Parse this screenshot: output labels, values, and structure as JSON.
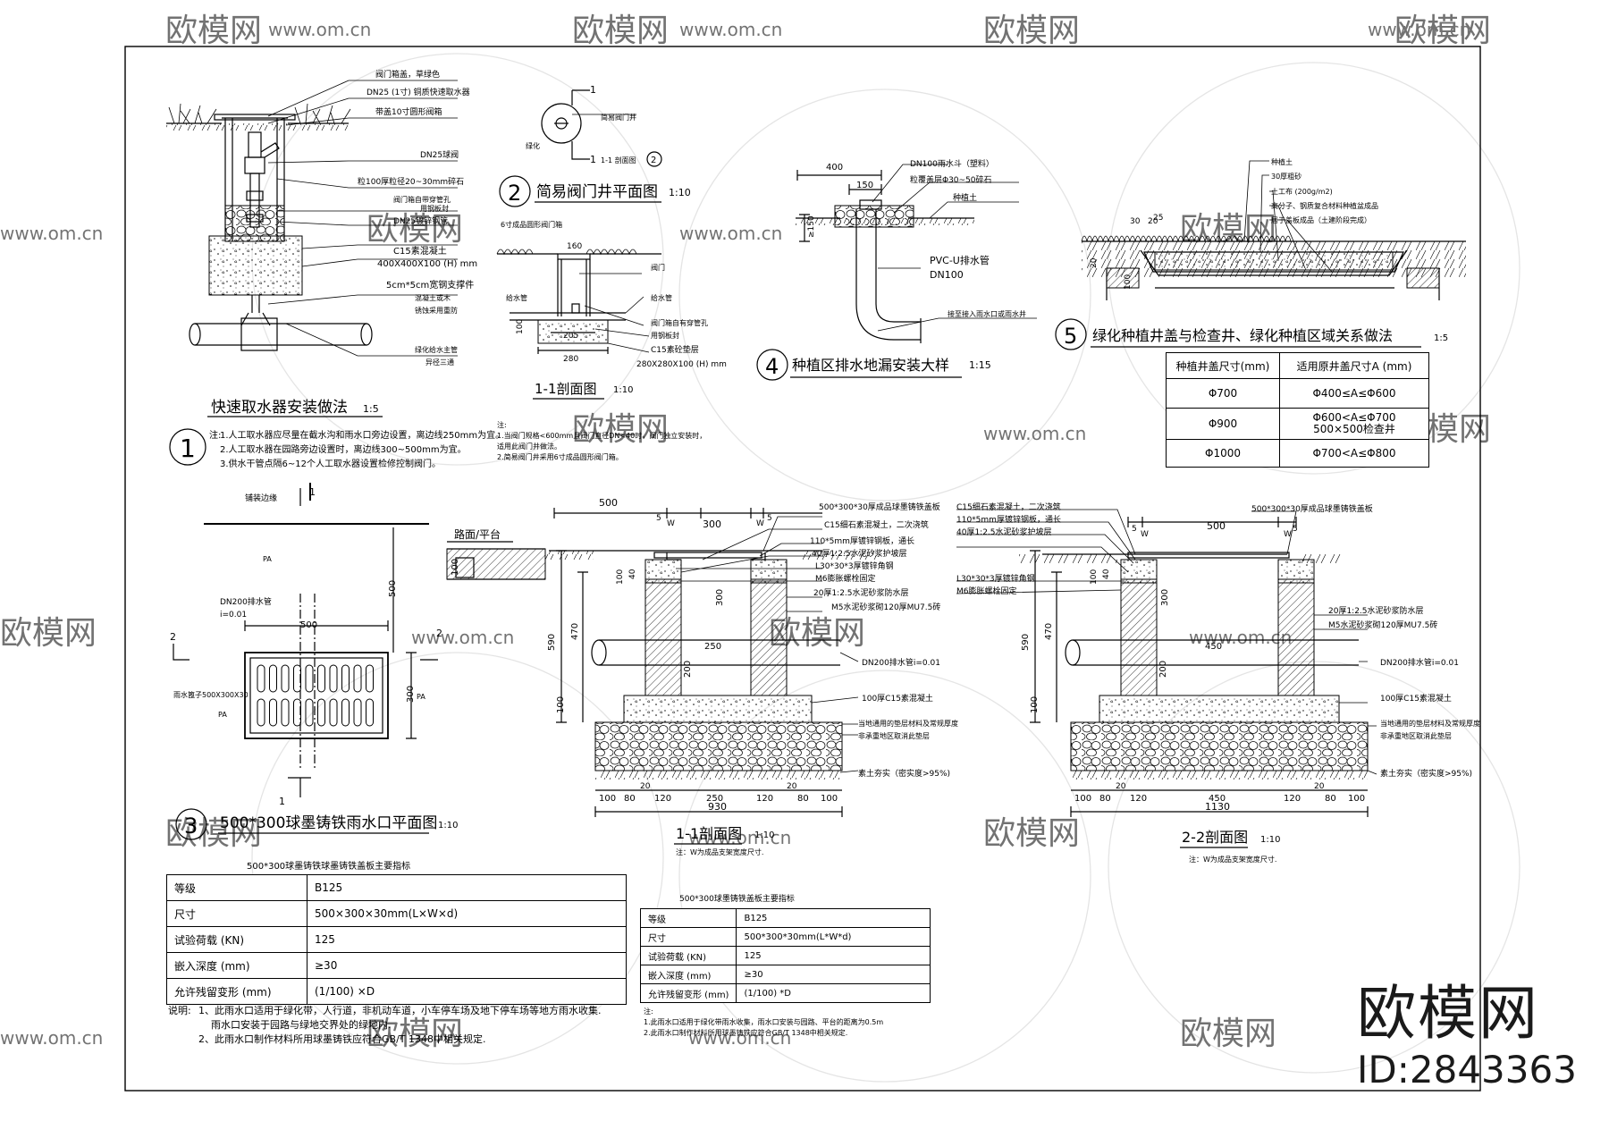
{
  "watermark": {
    "brand": "欧模网",
    "url": "www.om.cn",
    "id_label": "ID:2843363"
  },
  "d1": {
    "num": "1",
    "title": "快速取水器安装做法",
    "scale": "1:5",
    "labels": [
      "阀门箱盖，草绿色",
      "DN25 (1寸) 铜质快速取水器",
      "带盖10寸圆形阀箱",
      "DN25球阀",
      "粒100厚粒径20~30mm碎石",
      "阀门箱自带穿管孔",
      "用钢板封",
      "DN25镀锌钢管",
      "C15素混凝土",
      "400X400X100 (H) mm",
      "5cm*5cm宽钢支撑件",
      "混凝土或木",
      "锈蚀采用重防",
      "绿化给水主管",
      "异径三通"
    ],
    "notes_prefix": "注:",
    "notes": [
      "1.人工取水器应尽量在截水沟和雨水口旁边设置，离边线250mm为宜。",
      "2.人工取水器在园路旁边设置时，离边线300~500mm为宜。",
      "3.供水干管点隔6~12个人工取水器设置检修控制阀门。"
    ]
  },
  "d2": {
    "num": "2",
    "title": "简易阀门井平面图",
    "scale": "1:10",
    "plan_labels": [
      "简易阀门井",
      "绿化",
      "1-1 剖面图"
    ],
    "section_title": "1-1剖面图",
    "section_scale": "1:10",
    "section_labels": [
      "6寸成品圆形阀门箱",
      "160",
      "给水管",
      "100",
      "205",
      "280",
      "阀门",
      "给水管",
      "阀门箱自有穿管孔",
      "用钢板封",
      "C15素砼垫层",
      "280X280X100 (H) mm"
    ],
    "notes_prefix": "注:",
    "notes": [
      "1.当阀门规格<600mm且阀门直径DN<40时，阀门独立安装时，",
      "适用此阀门井做法。",
      "2.简易阀门井采用6寸成品圆形阀门箱。"
    ]
  },
  "d4": {
    "num": "4",
    "title": "种植区排水地漏安装大样",
    "scale": "1:15",
    "labels": [
      "400",
      "150",
      "≥150",
      "DN100雨水斗（塑料）",
      "粒覆盖层Φ30~50碎石",
      "种植土",
      "PVC-U排水管",
      "DN100",
      "接至接入雨水口或雨水井"
    ]
  },
  "d5": {
    "num": "5",
    "title": "绿化种植井盖与检查井、绿化种植区域关系做法",
    "scale": "1:5",
    "labels": [
      "种植土",
      "30厚粗砂",
      "土工布 (200g/m2)",
      "高分子、钢质复合材料种植盆成品",
      "居于盖板成品（土建阶段完成）",
      "30",
      "20",
      "25",
      "20",
      "100"
    ],
    "table_headers": [
      "种植井盖尺寸(mm)",
      "适用原井盖尺寸A (mm)"
    ],
    "table_rows": [
      [
        "Φ700",
        "Φ400≤A≤Φ600"
      ],
      [
        "Φ900",
        "Φ600<A≤Φ700\n500×500检查井"
      ],
      [
        "Φ1000",
        "Φ700<A≤Φ800"
      ]
    ]
  },
  "d3": {
    "num": "3",
    "title": "500*300球墨铸铁雨水口平面图",
    "scale": "1:10",
    "labels": [
      "铺装边缘",
      "PA",
      "DN200排水管",
      "i=0.01",
      "500",
      "雨水篦子500X300X30",
      "300",
      "500",
      "PA",
      "PA",
      "1",
      "1",
      "2",
      "2"
    ],
    "table_title": "500*300球墨铸铁球墨铸铁盖板主要指标",
    "table": [
      [
        "等级",
        "B125"
      ],
      [
        "尺寸",
        "500×300×30mm(L×W×d)"
      ],
      [
        "试验荷载 (KN)",
        "125"
      ],
      [
        "嵌入深度 (mm)",
        "≥30"
      ],
      [
        "允许残留变形 (mm)",
        "(1/100) ×D"
      ]
    ],
    "notes_prefix": "说明:",
    "notes": [
      "1、此雨水口适用于绿化带，人行道，非机动车道，小车停车场及地下停车场等地方雨水收集.",
      "雨水口安装于园路与绿地交界处的绿地内.",
      "2、此雨水口制作材料所用球墨铸铁应符合GB/T 1348中相关规定."
    ]
  },
  "s1": {
    "title": "1-1剖面图",
    "scale": "1:10",
    "note": "注：W为成品支架宽度尺寸.",
    "road": "路面/平台",
    "labels": [
      "500*300*30厚成品球墨铸铁盖板",
      "C15细石素混凝土，二次浇筑",
      "110*5mm厚镀锌钢板，通长",
      "40厚1:2.5水泥砂浆护坡层",
      "L30*30*3厚镀锌角钢",
      "M6膨胀螺栓固定",
      "20厚1:2.5水泥砂浆防水层",
      "M5水泥砂浆砌120厚MU7.5砖",
      "DN200排水管i=0.01",
      "100厚C15素混凝土",
      "当地通用的垫层材料及常规厚度",
      "非承重地区取消此垫层",
      "素土夯实（密实度>95%)"
    ],
    "dims": [
      "500",
      "5",
      "W",
      "300",
      "W",
      "5",
      "100",
      "100",
      "40",
      "300",
      "590",
      "470",
      "250",
      "200",
      "100",
      "100",
      "80",
      "20",
      "120",
      "250",
      "120",
      "20",
      "80",
      "100",
      "930"
    ]
  },
  "s2": {
    "title": "2-2剖面图",
    "scale": "1:10",
    "note": "注：W为成品支架宽度尺寸.",
    "labels": [
      "500*300*30厚成品球墨铸铁盖板",
      "C15细石素混凝土，二次浇筑",
      "110*5mm厚镀锌钢板，通长",
      "40厚1:2.5水泥砂浆护坡层",
      "L30*30*3厚镀锌角钢",
      "M6膨胀螺栓固定",
      "20厚1:2.5水泥砂浆防水层",
      "M5水泥砂浆砌120厚MU7.5砖",
      "DN200排水管i=0.01",
      "100厚C15素混凝土",
      "当地通用的垫层材料及常规厚度",
      "非承重地区取消此垫层",
      "素土夯实（密实度>95%)"
    ],
    "dims": [
      "5",
      "W",
      "500",
      "W",
      "5",
      "100",
      "40",
      "300",
      "590",
      "470",
      "450",
      "200",
      "100",
      "100",
      "80",
      "20",
      "120",
      "450",
      "120",
      "20",
      "80",
      "100",
      "1130"
    ]
  },
  "t2": {
    "title": "500*300球墨铸铁盖板主要指标",
    "table": [
      [
        "等级",
        "B125"
      ],
      [
        "尺寸",
        "500*300*30mm(L*W*d)"
      ],
      [
        "试验荷载 (KN)",
        "125"
      ],
      [
        "嵌入深度 (mm)",
        "≥30"
      ],
      [
        "允许残留变形 (mm)",
        "(1/100) *D"
      ]
    ],
    "notes_prefix": "注:",
    "notes": [
      "1.此雨水口适用于绿化带雨水收集，雨水口安装与园路、平台的距离为0.5m",
      "2.此雨水口制作材料所用球墨铸铁应符合GB/T 1348中相关规定."
    ]
  }
}
